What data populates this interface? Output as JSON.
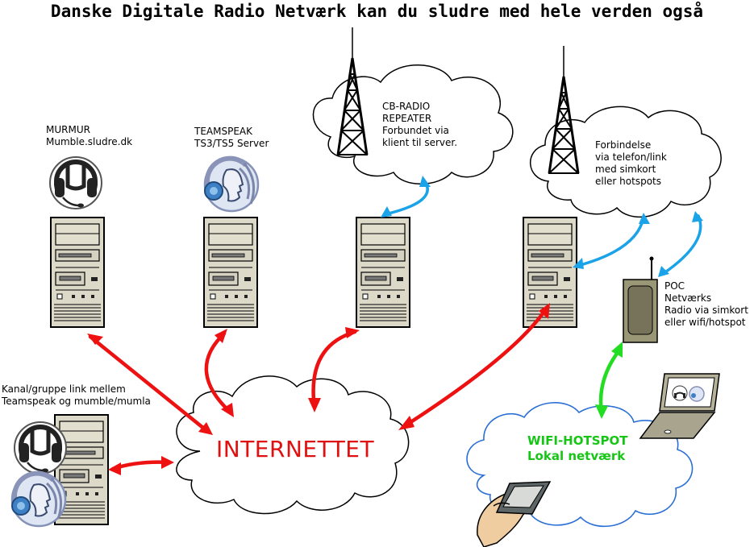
{
  "title": "Danske Digitale Radio Netværk kan du sludre med hele verden også",
  "internet": "INTERNETTET",
  "murmur": {
    "line1": "MURMUR",
    "line2": "Mumble.sludre.dk"
  },
  "teamspeak": {
    "line1": "TEAMSPEAK",
    "line2": "TS3/TS5 Server"
  },
  "repeater": {
    "line1": "CB-RADIO",
    "line2": "REPEATER",
    "line3": "Forbundet via",
    "line4": "klient til server."
  },
  "phonelink": {
    "line1": "Forbindelse",
    "line2": "via telefon/link",
    "line3": "med simkort",
    "line4": "eller hotspots"
  },
  "poc": {
    "line1": "POC",
    "line2": "Netværks",
    "line3": "Radio via simkort",
    "line4": "eller wifi/hotspot"
  },
  "channel_link": {
    "line1": "Kanal/gruppe link mellem",
    "line2": "Teamspeak og mumble/mumla"
  },
  "wifi": {
    "line1": "WIFI-HOTSPOT",
    "line2": "Lokal netværk"
  },
  "colors": {
    "internet_link": "#ee1111",
    "radio_link": "#1aa3e8",
    "wifi_link": "#22dd22",
    "wifi_cloud": "#2a6fd6",
    "internet_text": "#e01010"
  }
}
